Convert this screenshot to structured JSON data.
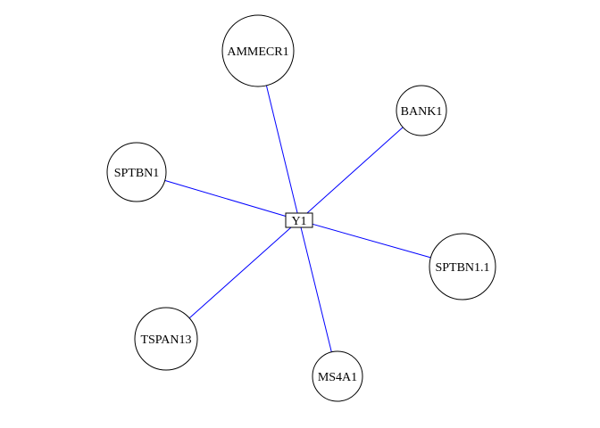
{
  "graph": {
    "hub": {
      "id": "Y1",
      "label": "Y1",
      "shape": "box"
    },
    "nodes": [
      {
        "id": "AMMECR1",
        "label": "AMMECR1",
        "shape": "circle"
      },
      {
        "id": "BANK1",
        "label": "BANK1",
        "shape": "circle"
      },
      {
        "id": "SPTBN1",
        "label": "SPTBN1",
        "shape": "circle"
      },
      {
        "id": "SPTBN1.1",
        "label": "SPTBN1.1",
        "shape": "circle"
      },
      {
        "id": "TSPAN13",
        "label": "TSPAN13",
        "shape": "circle"
      },
      {
        "id": "MS4A1",
        "label": "MS4A1",
        "shape": "circle"
      }
    ],
    "edges": [
      {
        "from": "Y1",
        "to": "AMMECR1"
      },
      {
        "from": "Y1",
        "to": "BANK1"
      },
      {
        "from": "Y1",
        "to": "SPTBN1"
      },
      {
        "from": "Y1",
        "to": "SPTBN1.1"
      },
      {
        "from": "Y1",
        "to": "TSPAN13"
      },
      {
        "from": "Y1",
        "to": "MS4A1"
      }
    ],
    "colors": {
      "edge": "#0000ff",
      "node_stroke": "#000000",
      "node_fill": "#ffffff",
      "label": "#000000",
      "background": "#ffffff"
    }
  }
}
